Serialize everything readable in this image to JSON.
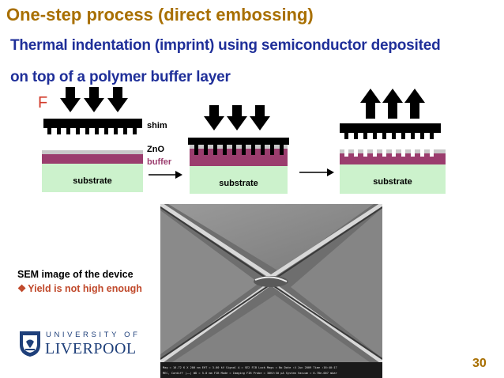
{
  "slide": {
    "title": "One-step process (direct embossing)",
    "subtitle_line1": "Thermal indentation (imprint) using semiconductor deposited",
    "subtitle_line2": "on top of a polymer buffer layer",
    "page_number": "30"
  },
  "diagram": {
    "force_label": "F",
    "shim_label": "shim",
    "zno_label": "ZnO",
    "buffer_label": "buffer",
    "substrate_label": "substrate",
    "colors": {
      "substrate": "#ccf2cc",
      "buffer": "#9b3d6e",
      "zno": "#c8c8c8",
      "shim": "#000000",
      "buffer_label": "#9b3d6e"
    }
  },
  "sem": {
    "caption": "SEM image of the device",
    "bullet": "Yield is not high enough",
    "footer_line1": "Mag = 16.72 K X   200 nm   EHT = 3.00 kV   Signal A = SE2   FIB Lock Mags = No   Date :4 Jun 2009   Time :16:40:17",
    "footer_line2": "MEC, Cardiff   |——|   WD = 5.0 mm   FIB Mode = Imaging   FIB Probe = 30KV:50 pA   System Vacuum = 6.78e-007 mbar"
  },
  "logo": {
    "top_text": "UNIVERSITY OF",
    "main_text": "LIVERPOOL"
  }
}
